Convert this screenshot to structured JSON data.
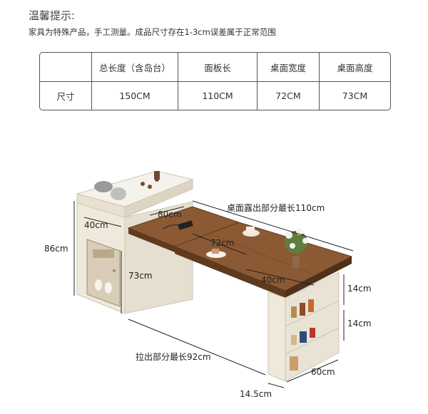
{
  "notice": {
    "title": "温馨提示:",
    "body": "家具为特殊产品，手工测量。成品尺寸存在1-3cm误差属于正常范围"
  },
  "size_table": {
    "header": [
      "",
      "总长度（含岛台）",
      "面板长",
      "桌面宽度",
      "桌面高度"
    ],
    "row": [
      "尺寸",
      "150CM",
      "110CM",
      "72CM",
      "73CM"
    ]
  },
  "dimensions": {
    "top_exposed": "桌面露出部分最长110cm",
    "cabinet_depth": "40cm",
    "panel_80": "80cm",
    "panel_72": "72cm",
    "total_height": "86cm",
    "desk_height": "73cm",
    "table_40": "40cm",
    "shelf_upper": "14cm",
    "shelf_lower": "14cm",
    "pull_out": "拉出部分最长92cm",
    "leg_depth": "60cm",
    "leg_width": "14.5cm"
  },
  "colors": {
    "wood": "#7a4a2a",
    "cream": "#efe9dc",
    "line": "#222222"
  }
}
